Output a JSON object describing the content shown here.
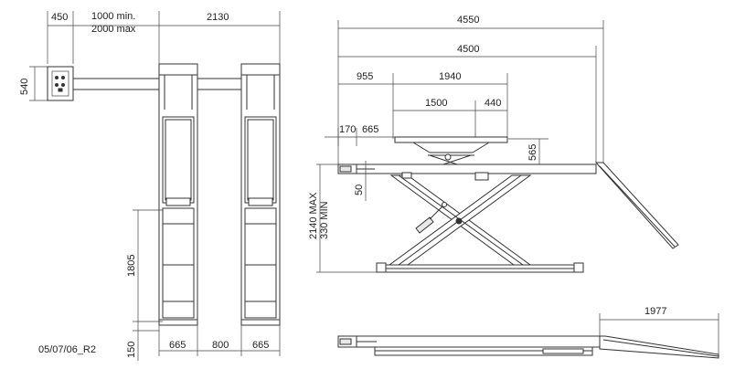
{
  "drawing_code": "05/07/06_R2",
  "plan_view": {
    "dim_console_width": "450",
    "dim_gap_min": "1000 min.",
    "dim_gap_max": "2000 max",
    "dim_overall_width": "2130",
    "dim_console_depth": "540",
    "dim_platform_section": "1805",
    "dim_bottom_offset": "150",
    "dim_platform_width_left": "665",
    "dim_between_platforms": "800",
    "dim_platform_width_right": "665"
  },
  "side_view": {
    "dim_overall_length_ramps": "4550",
    "dim_overall_length": "4500",
    "dim_to_pads": "955",
    "dim_pad_span": "1940",
    "dim_pad_inner": "1500",
    "dim_pad_end": "440",
    "dim_end_stop": "170",
    "dim_pad_width": "665",
    "dim_pad_height": "565",
    "dim_platform_thickness": "50",
    "dim_height_max": "2140 MAX",
    "dim_height_min": "330 MIN"
  },
  "lowered_view": {
    "dim_ramp_length": "1977"
  }
}
